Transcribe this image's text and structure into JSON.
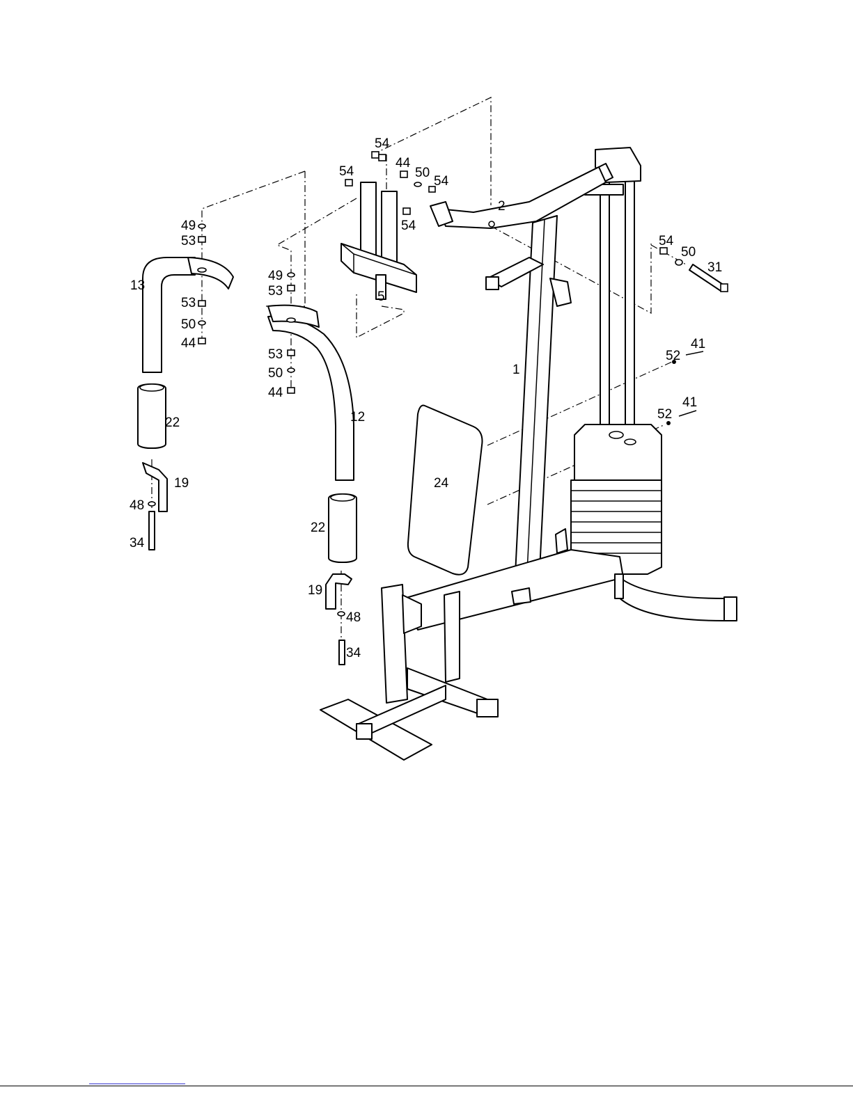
{
  "labels": {
    "l54a": "54",
    "l54b": "54",
    "l54c": "54",
    "l54d": "54",
    "l44a": "44",
    "l50a": "50",
    "l2": "2",
    "l5": "5",
    "l1": "1",
    "l49a": "49",
    "l53a": "53",
    "l13": "13",
    "l53b": "53",
    "l50b": "50",
    "l44b": "44",
    "l49b": "49",
    "l53c": "53",
    "l53d": "53",
    "l50c": "50",
    "l44c": "44",
    "l22a": "22",
    "l19a": "19",
    "l48a": "48",
    "l34a": "34",
    "l12": "12",
    "l22b": "22",
    "l19b": "19",
    "l48b": "48",
    "l34b": "34",
    "l24": "24",
    "l54e": "54",
    "l50d": "50",
    "l31": "31",
    "l52a": "52",
    "l41a": "41",
    "l52b": "52",
    "l41b": "41"
  },
  "colors": {
    "ink": "#000000",
    "paper": "#ffffff",
    "footer_link": "#3333cc"
  }
}
